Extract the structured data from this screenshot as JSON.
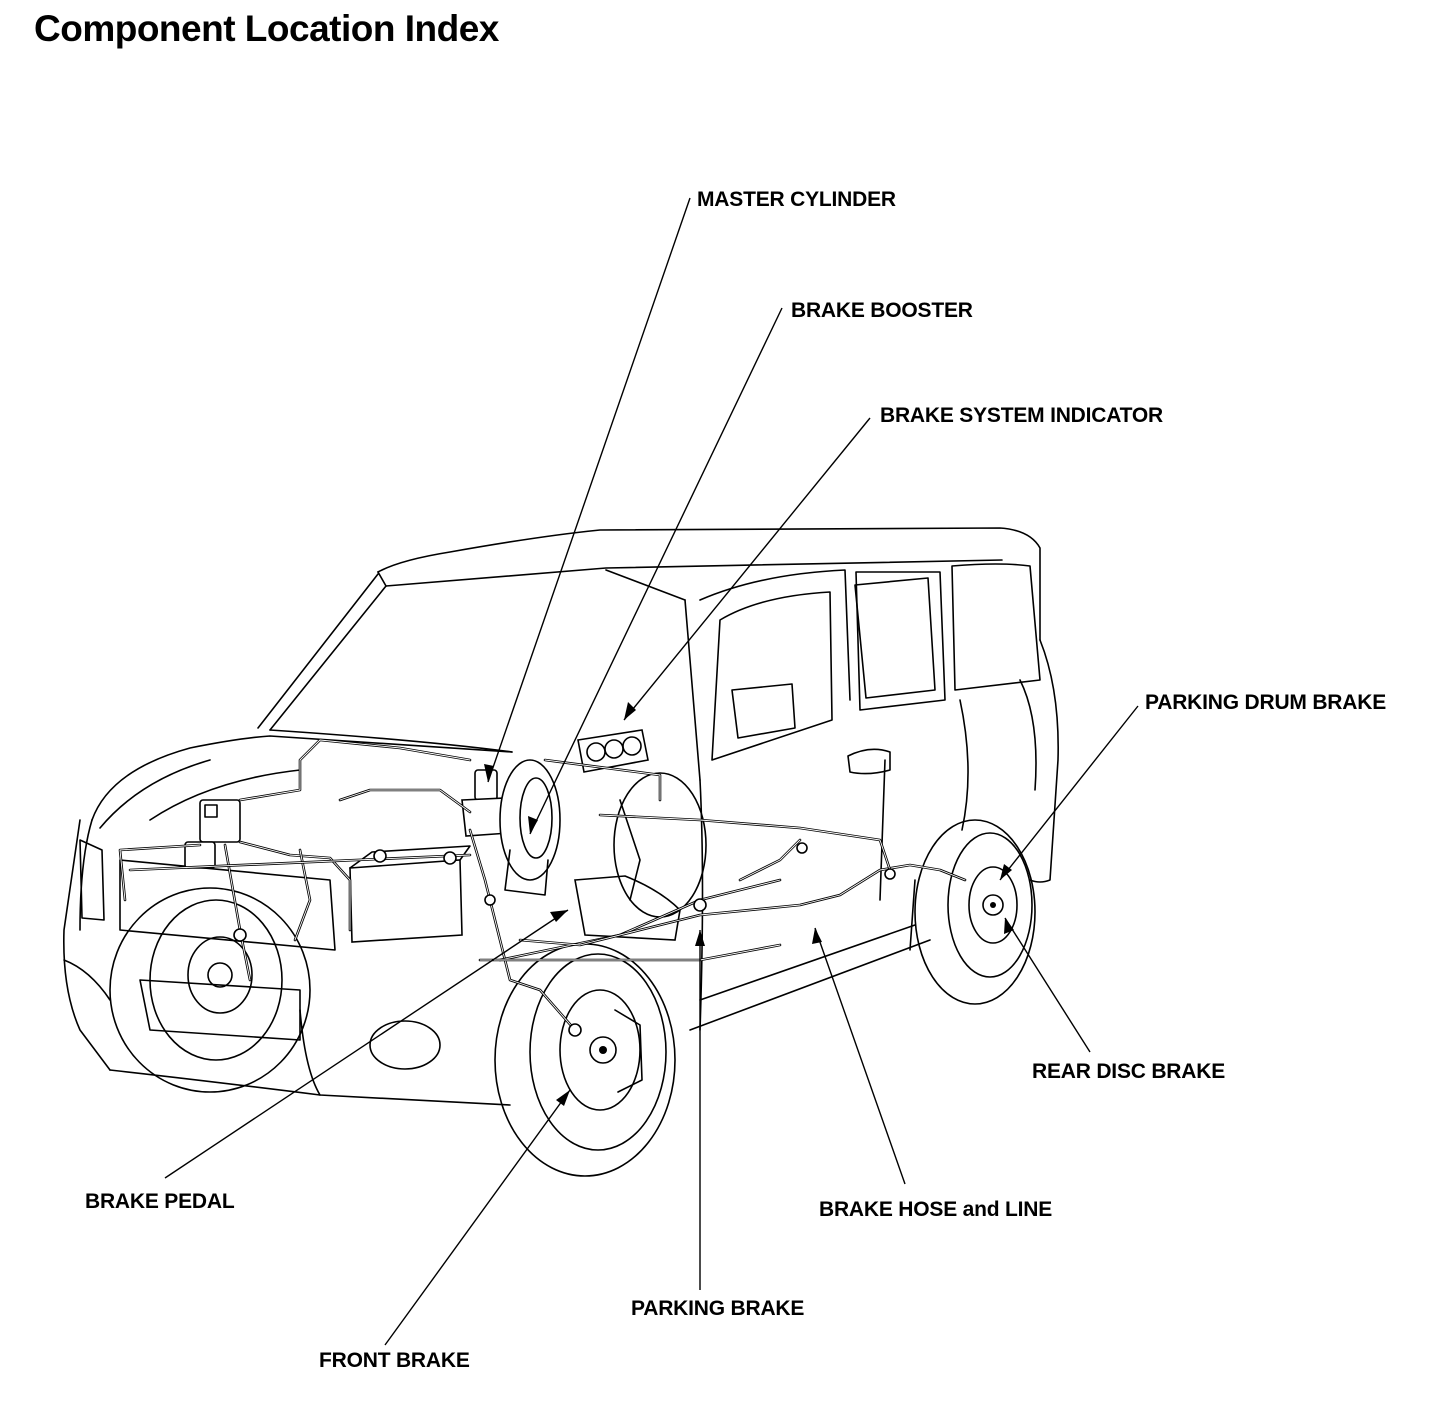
{
  "page": {
    "title": "Component Location Index"
  },
  "callouts": {
    "master_cylinder": "MASTER CYLINDER",
    "brake_booster": "BRAKE BOOSTER",
    "brake_system_indicator": "BRAKE SYSTEM INDICATOR",
    "parking_drum_brake": "PARKING DRUM BRAKE",
    "rear_disc_brake": "REAR DISC BRAKE",
    "brake_pedal": "BRAKE PEDAL",
    "brake_hose_and_line": "BRAKE HOSE and LINE",
    "parking_brake": "PARKING BRAKE",
    "front_brake": "FRONT BRAKE"
  }
}
